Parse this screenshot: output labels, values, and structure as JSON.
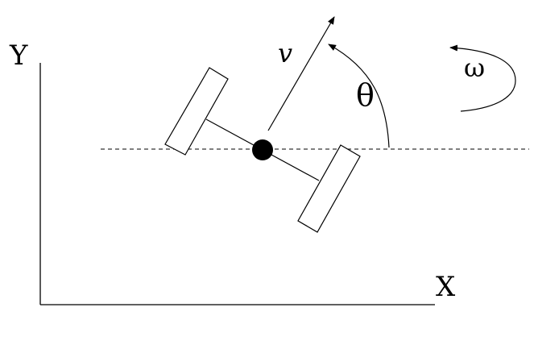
{
  "diagram": {
    "axis_x_label": "X",
    "axis_y_label": "Y",
    "velocity_label": "v",
    "heading_angle_label": "θ",
    "angular_velocity_label": "ω"
  },
  "colors": {
    "ink": "#000000",
    "background": "#ffffff"
  }
}
